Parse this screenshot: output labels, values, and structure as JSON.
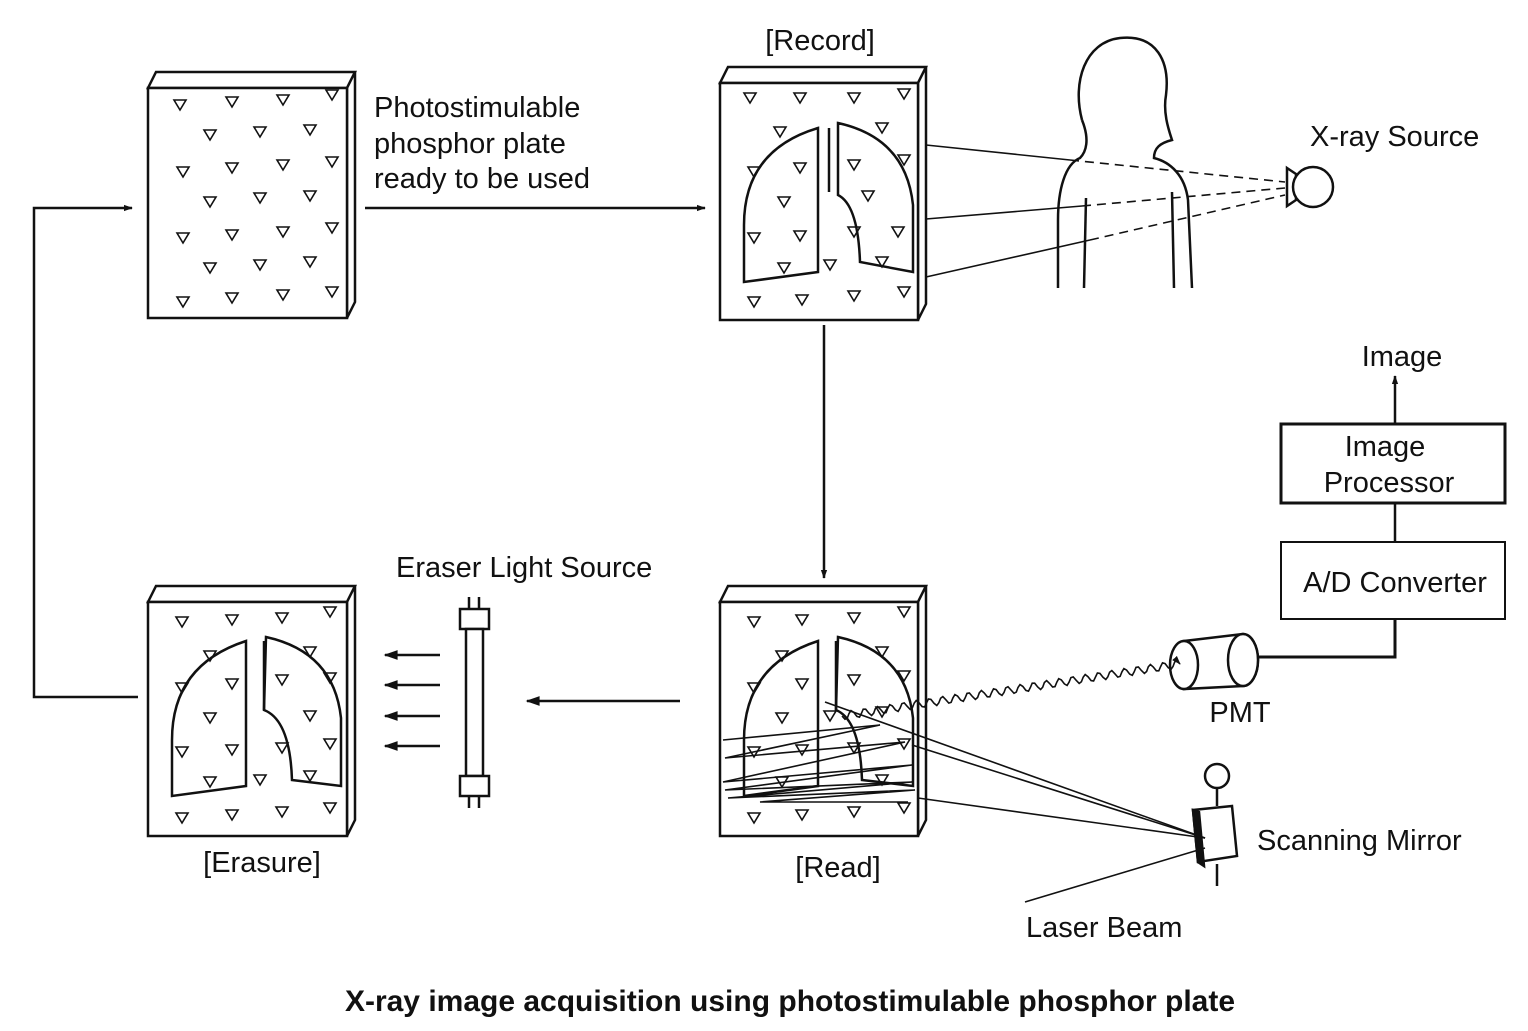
{
  "labels": {
    "record": "[Record]",
    "plate_ready_line1": "Photostimulable",
    "plate_ready_line2": "phosphor plate",
    "plate_ready_line3": "ready to be used",
    "xray_source": "X-ray Source",
    "image": "Image",
    "image_processor_line1": "Image",
    "image_processor_line2": "Processor",
    "ad_converter": "A/D Converter",
    "eraser_light_source": "Eraser Light Source",
    "pmt": "PMT",
    "erasure": "[Erasure]",
    "read": "[Read]",
    "scanning_mirror": "Scanning Mirror",
    "laser_beam": "Laser Beam"
  },
  "caption": "X-ray image acquisition using photostimulable phosphor plate"
}
